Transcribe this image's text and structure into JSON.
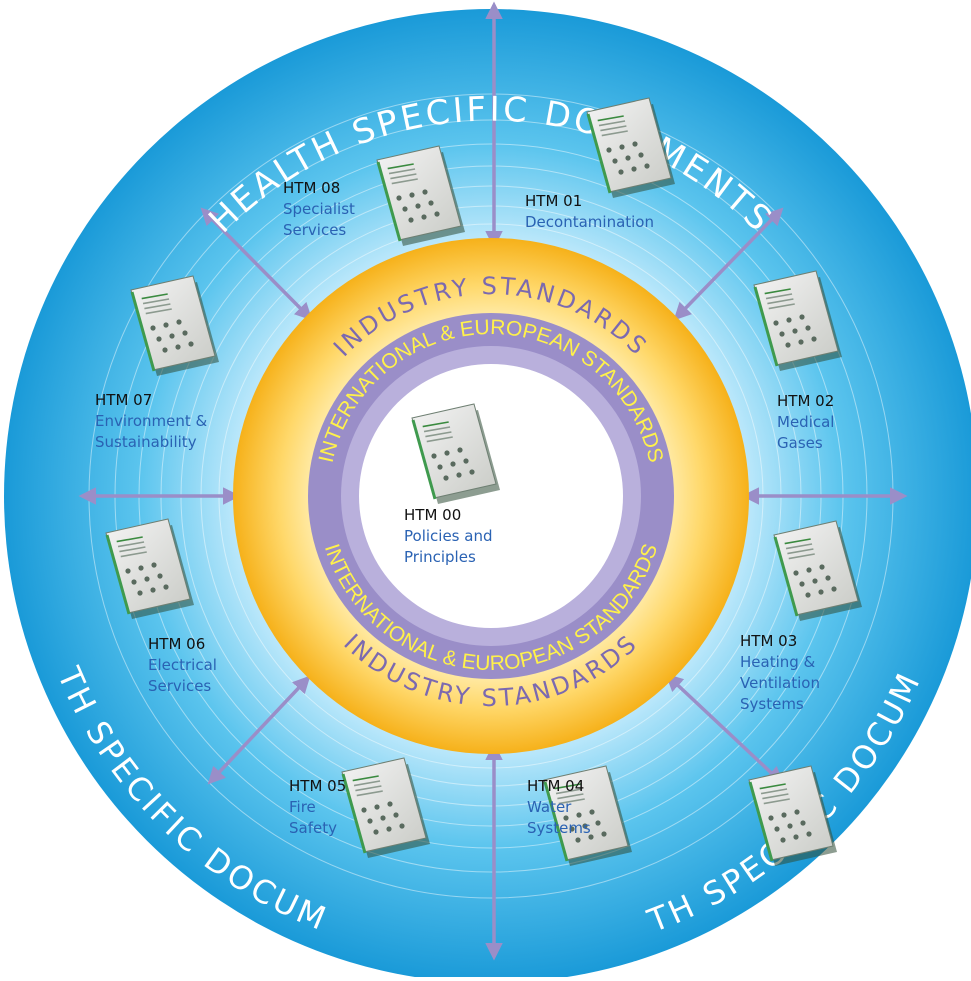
{
  "ring_text": {
    "outer_top": "HEALTH SPECIFIC DOCUMENTS",
    "outer_left": "HEALTH SPECIFIC DOCUMENTS",
    "outer_right": "HEALTH SPECIFIC DOCUMENTS",
    "outer_bottom_left": "HEALTH SPECIFIC DOCUMENTS",
    "outer_bottom_right": "HEALTH SPECIFIC DOCUMENTS",
    "industry_top": "INDUSTRY STANDARDS",
    "industry_bottom": "INDUSTRY STANDARDS",
    "intl_top": "INTERNATIONAL & EUROPEAN STANDARDS",
    "intl_bottom": "INTERNATIONAL & EUROPEAN STANDARDS"
  },
  "center": {
    "code": "HTM 00",
    "name_line1": "Policies and",
    "name_line2": "Principles"
  },
  "documents": [
    {
      "code": "HTM 01",
      "name": "Decontamination"
    },
    {
      "code": "HTM 02",
      "name": "Medical Gases"
    },
    {
      "code": "HTM 03",
      "name": "Heating & Ventilation Systems"
    },
    {
      "code": "HTM 04",
      "name": "Water Systems"
    },
    {
      "code": "HTM 05",
      "name": "Fire Safety"
    },
    {
      "code": "HTM 06",
      "name": "Electrical Services"
    },
    {
      "code": "HTM 07",
      "name": "Environment & Sustainability"
    },
    {
      "code": "HTM 08",
      "name": "Specialist Services"
    }
  ],
  "colors": {
    "outer_ring": "#29a7df",
    "inner_glow": "#bfe9fb",
    "industry_ring": "#f6b51c",
    "intl_ring": "#9a8ec8",
    "arrow": "#9a8ec8",
    "ring_text_light": "#ffffff",
    "intl_text": "#fff14a",
    "doc_name": "#2a62b3"
  }
}
